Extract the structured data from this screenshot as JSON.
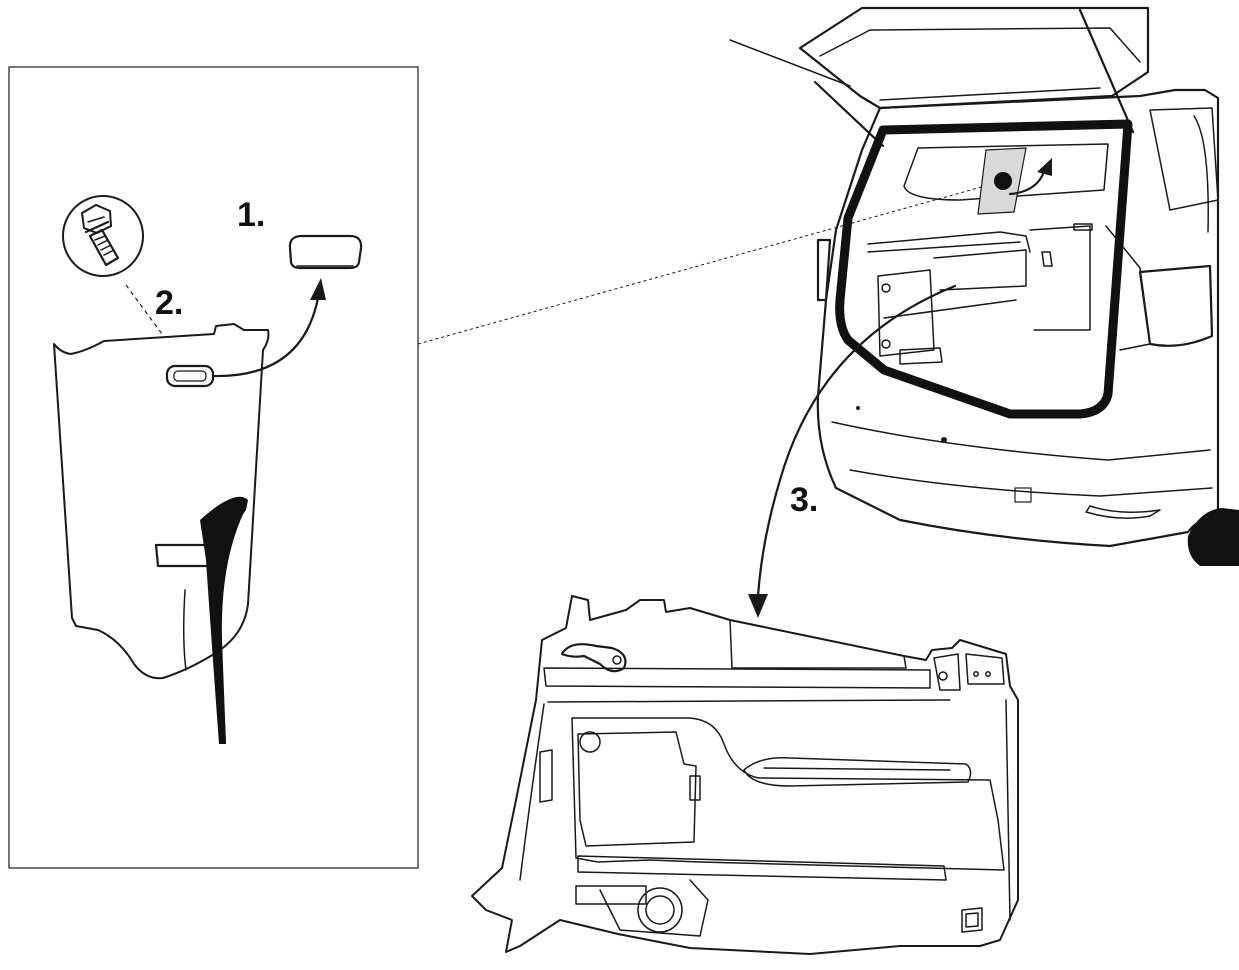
{
  "steps": {
    "step1": "1.",
    "step2": "2.",
    "step3": "3."
  },
  "colors": {
    "line": "#1a1a1a",
    "seal": "#111111",
    "highlight": "#d9d9d9",
    "background": "#ffffff"
  }
}
